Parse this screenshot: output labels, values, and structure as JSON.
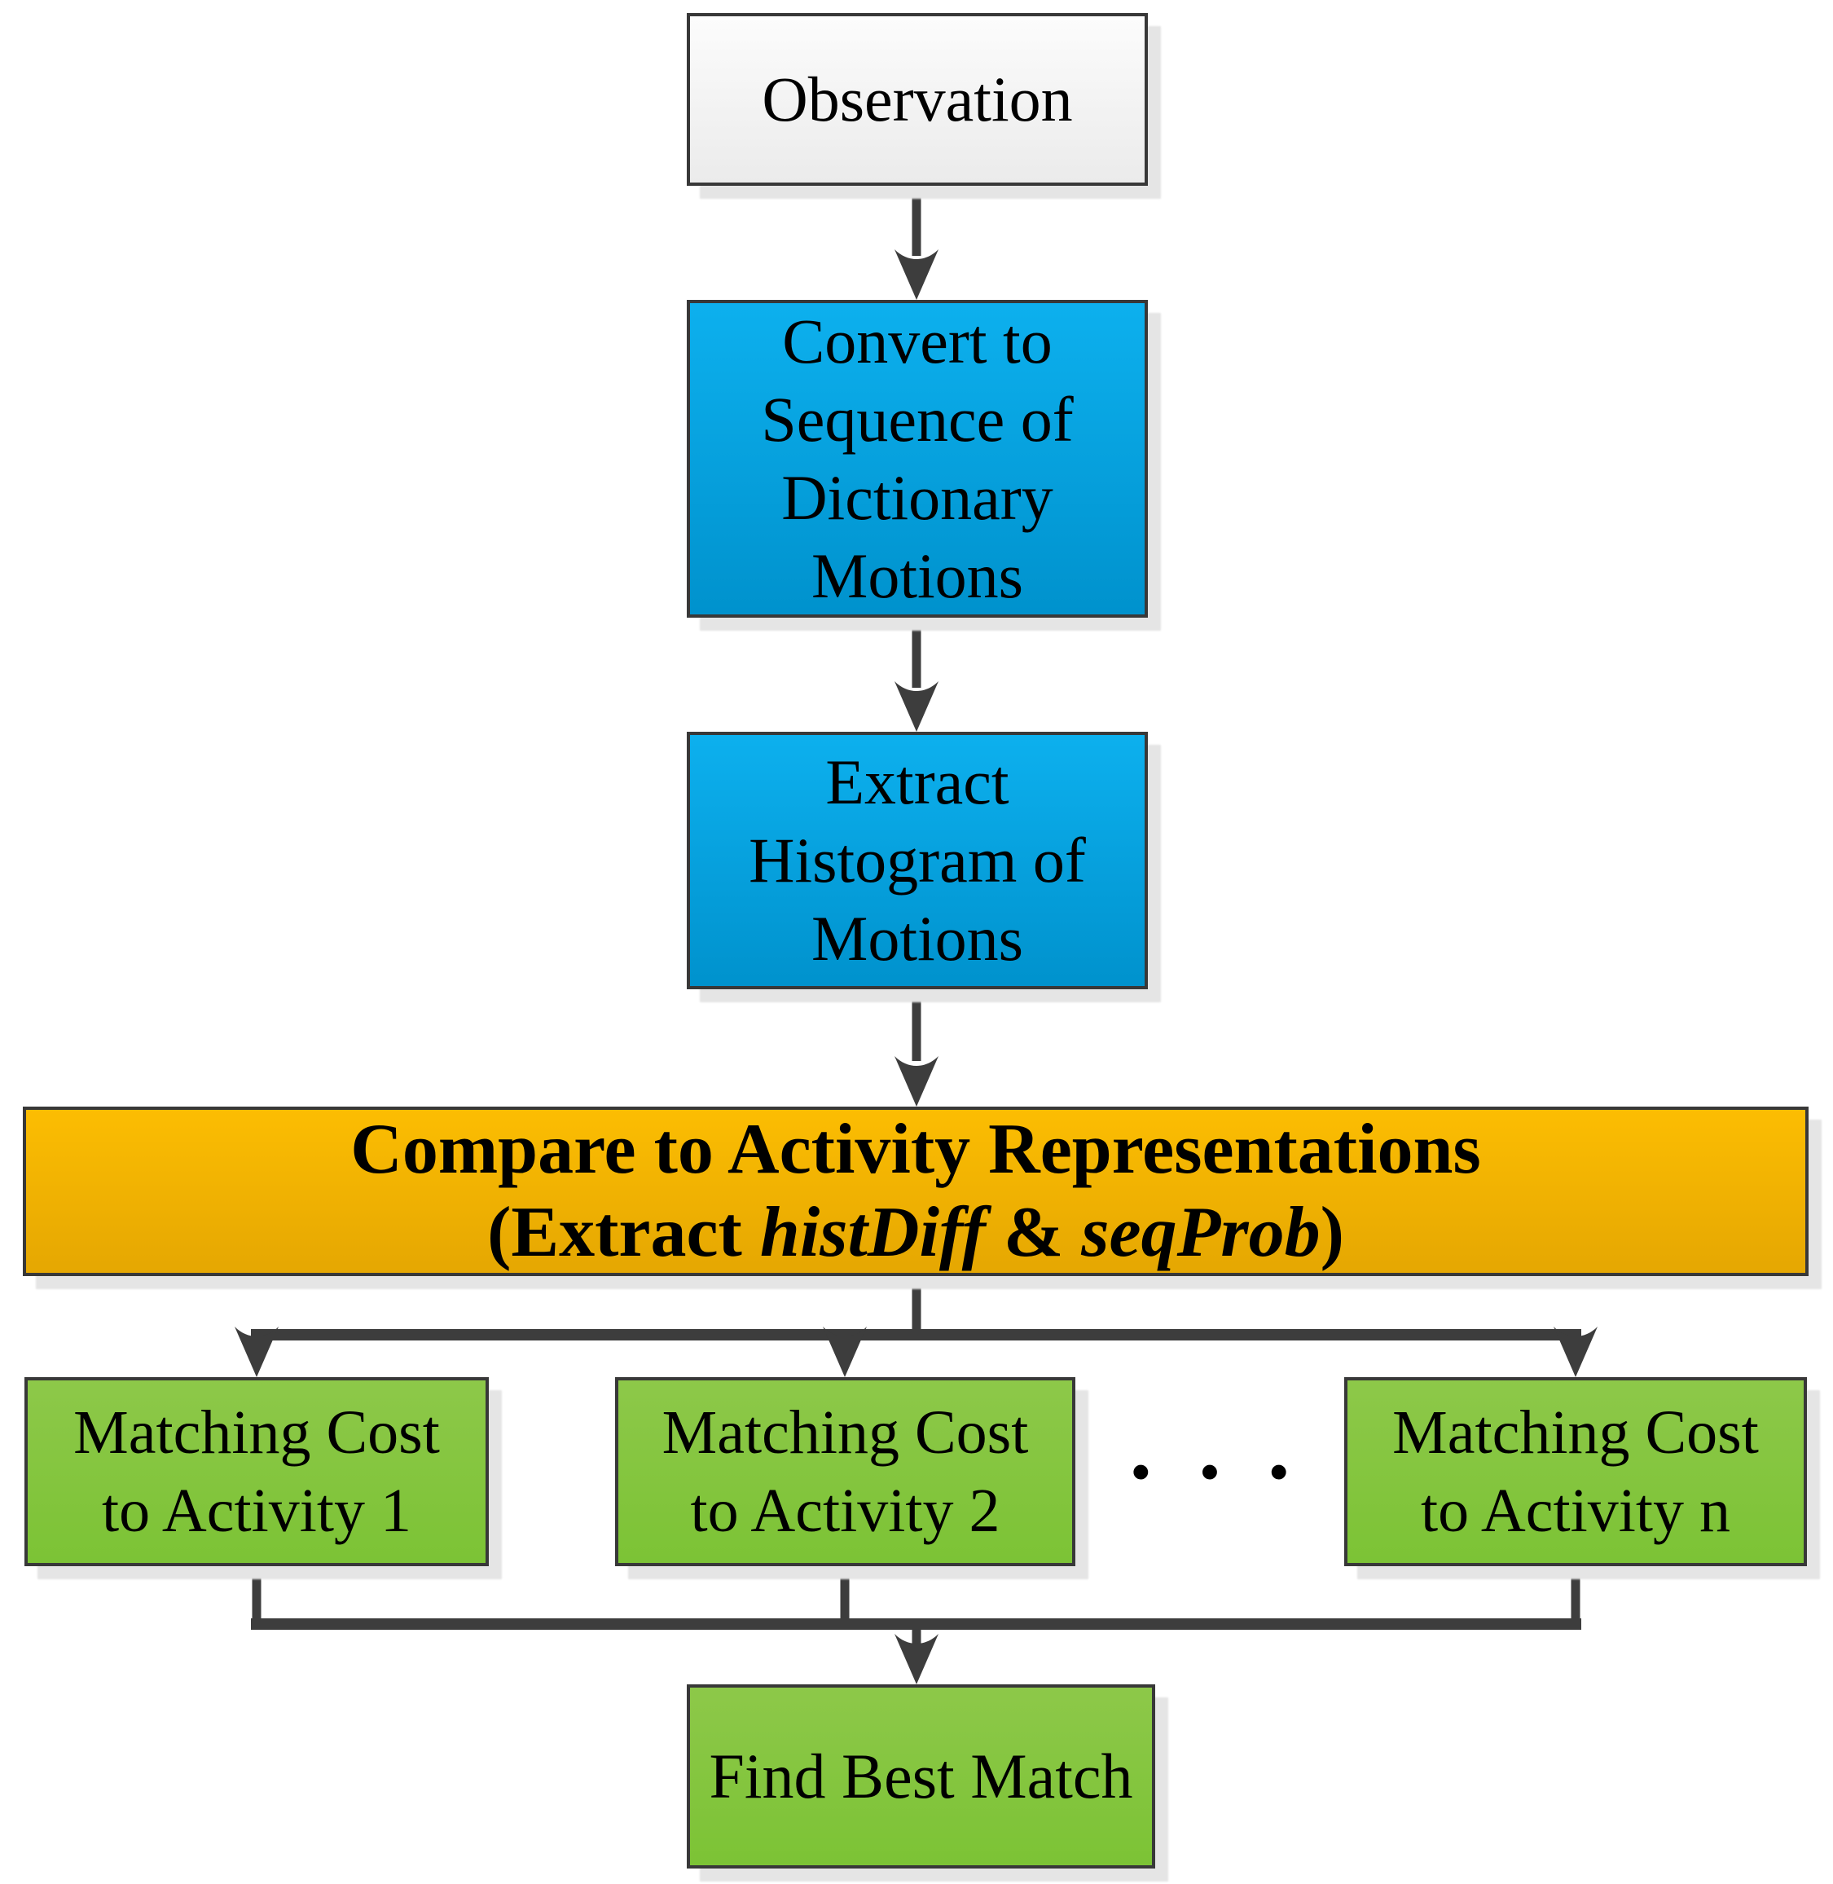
{
  "colors": {
    "page-bg": "#ffffff",
    "text": "#000000",
    "box-border": "#383838",
    "connector": "#3d3d3d",
    "shadow": "#e5e5e5",
    "observation-top": "#fcfcfc",
    "observation-bottom": "#ebebeb",
    "blue-top": "#0db0ee",
    "blue-bottom": "#0092cd",
    "orange-top": "#fcbd02",
    "orange-bottom": "#e5a702",
    "green-top": "#8dc849",
    "green-bottom": "#7cc335"
  },
  "nodes": {
    "observation": {
      "label": "Observation"
    },
    "convert": {
      "lines": [
        "Convert to",
        "Sequence of",
        "Dictionary",
        "Motions"
      ]
    },
    "extract": {
      "lines": [
        "Extract",
        "Histogram of",
        "Motions"
      ]
    },
    "compare": {
      "line1": "Compare to Activity Representations",
      "line2": {
        "prefix": "(Extract ",
        "em1": "histDiff",
        "mid": " & ",
        "em2": "seqProb",
        "suffix": ")"
      }
    },
    "match1": {
      "lines": [
        "Matching Cost",
        "to Activity 1"
      ]
    },
    "match2": {
      "lines": [
        "Matching Cost",
        "to Activity 2"
      ]
    },
    "matchN": {
      "lines": [
        "Matching Cost",
        "to Activity n"
      ]
    },
    "ellipsis": "···",
    "findBest": {
      "label": "Find Best Match"
    }
  }
}
